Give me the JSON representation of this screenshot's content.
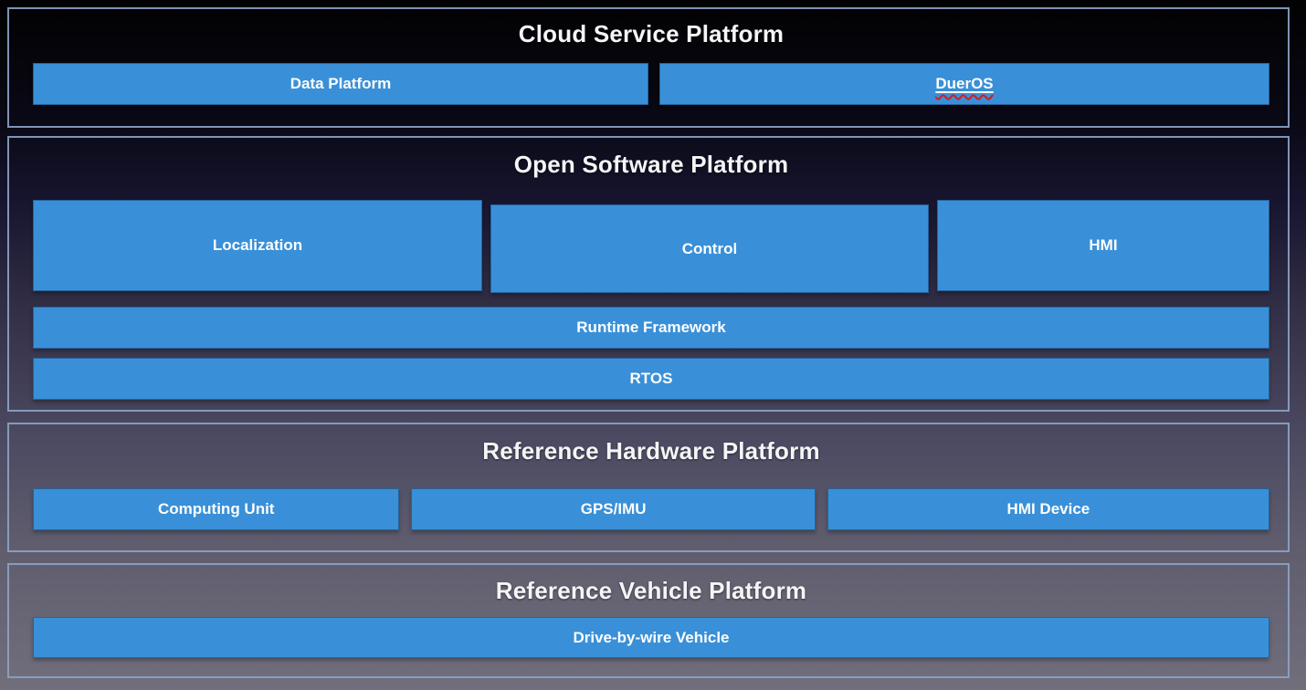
{
  "diagram": {
    "kind": "layered-architecture",
    "colors": {
      "box_blue": "#3990d8",
      "section_border": "#8ca3c6",
      "title_text": "#f4f5f7",
      "box_text": "#fdfdfd",
      "spellcheck_underline": "#d81a1a",
      "background_top": "#020203",
      "background_bottom": "#716f7c"
    },
    "sections": [
      {
        "title": "Cloud Service Platform",
        "boxes": [
          "Data Platform",
          "DuerOS"
        ],
        "spellchecked_box": "DuerOS"
      },
      {
        "title": "Open Software Platform",
        "modules": [
          "Localization",
          "Control",
          "HMI"
        ],
        "bars": [
          "Runtime Framework",
          "RTOS"
        ]
      },
      {
        "title": "Reference Hardware Platform",
        "boxes": [
          "Computing Unit",
          "GPS/IMU",
          "HMI Device"
        ]
      },
      {
        "title": "Reference Vehicle Platform",
        "boxes": [
          "Drive-by-wire Vehicle"
        ]
      }
    ]
  }
}
